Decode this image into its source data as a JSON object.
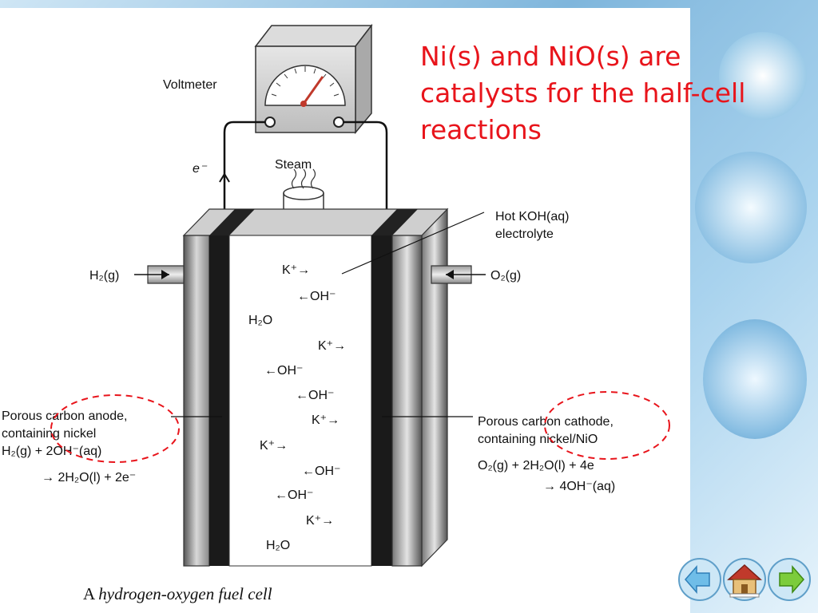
{
  "callout_text": "Ni(s) and NiO(s) are catalysts for the half-cell reactions",
  "caption": {
    "prefix": "A ",
    "title": "hydrogen-oxygen fuel cell"
  },
  "labels": {
    "voltmeter": "Voltmeter",
    "steam": "Steam",
    "electron": "e⁻",
    "electrolyte_line1": "Hot KOH(aq)",
    "electrolyte_line2": "electrolyte",
    "h2_input": "H₂(g)",
    "o2_input": "O₂(g)",
    "anode_line1": "Porous carbon anode,",
    "anode_line2": "containing nickel",
    "anode_eq1": "H₂(g) + 2OH⁻(aq)",
    "anode_eq2": "→ 2H₂O(l) + 2e⁻",
    "cathode_line1": "Porous carbon cathode,",
    "cathode_line2": "containing nickel/NiO",
    "cathode_eq1": "O₂(g) + 2H₂O(l) + 4e",
    "cathode_eq2": "→ 4OH⁻(aq)"
  },
  "ions": [
    "K⁺→",
    "←OH⁻",
    "H₂O",
    "K⁺→",
    "←OH⁻",
    "←OH⁻",
    "K⁺→",
    "K⁺→",
    "←OH⁻",
    "←OH⁻",
    "K⁺→",
    "H₂O"
  ],
  "colors": {
    "callout": "#e8141b",
    "annotation_circle": "#e8141b"
  },
  "icons": [
    "back-arrow-icon",
    "home-icon",
    "forward-arrow-icon"
  ]
}
